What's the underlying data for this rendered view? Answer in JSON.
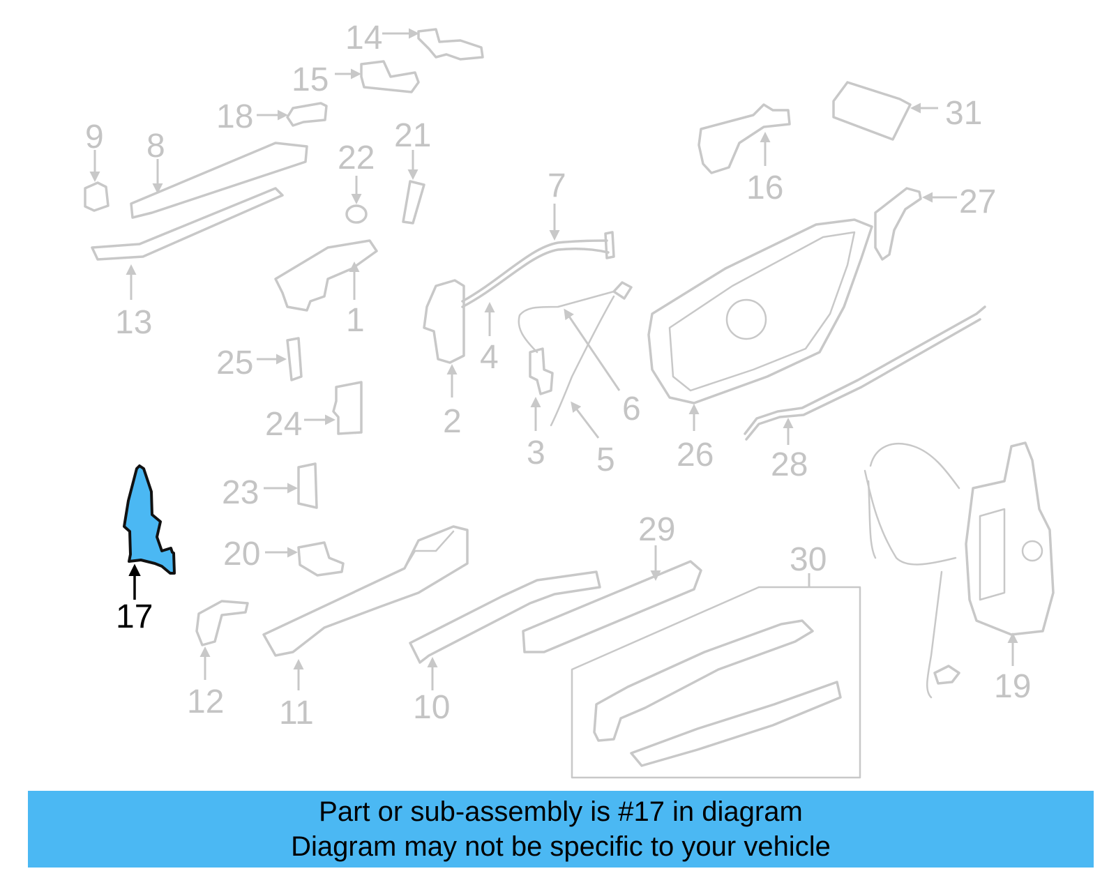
{
  "callouts": [
    "1",
    "2",
    "3",
    "4",
    "5",
    "6",
    "7",
    "8",
    "9",
    "10",
    "11",
    "12",
    "13",
    "14",
    "15",
    "16",
    "17",
    "18",
    "19",
    "20",
    "21",
    "22",
    "23",
    "24",
    "25",
    "26",
    "27",
    "28",
    "29",
    "30",
    "31"
  ],
  "highlighted_part": "17",
  "caption": {
    "line1": "Part or sub-assembly is #17 in diagram",
    "line2": "Diagram may not be specific to your vehicle"
  },
  "colors": {
    "highlight": "#4bb8f3",
    "part_outline": "#c8c8c8",
    "callout_text": "#c4c4c4"
  }
}
